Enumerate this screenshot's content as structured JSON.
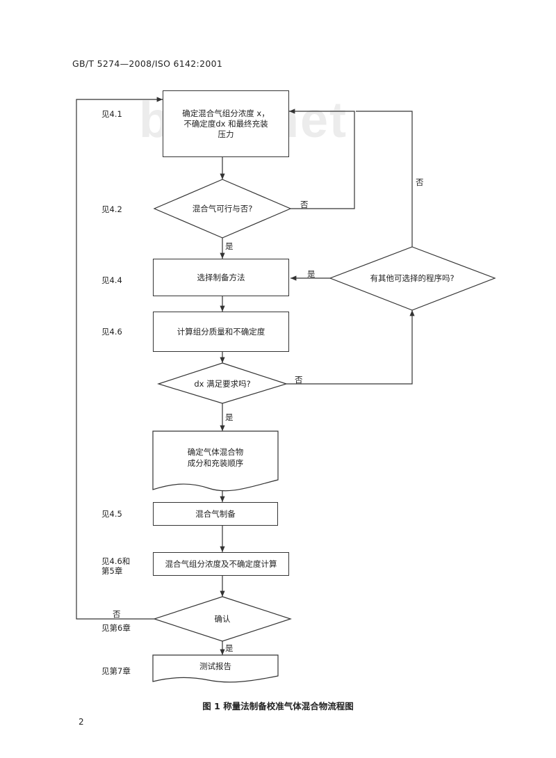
{
  "header": {
    "standard": "GB/T 5274—2008/ISO 6142:2001"
  },
  "watermark": "bzxz.net",
  "refs": {
    "r41": "见4.1",
    "r42": "见4.2",
    "r44": "见4.4",
    "r46": "见4.6",
    "r45": "见4.5",
    "r46c5_line1": "见4.6和",
    "r46c5_line2": "第5章",
    "r6": "见第6章",
    "r7": "见第7章"
  },
  "nodes": {
    "determine": {
      "line1": "确定混合气组分浓度 x，",
      "line2": "不确定度dx 和最终充装",
      "line3": "压力"
    },
    "feasible": "混合气可行与否?",
    "method": "选择制备方法",
    "calculate": "计算组分质量和不确定度",
    "dx_check": "dx 满足要求吗?",
    "composition": {
      "line1": "确定气体混合物",
      "line2": "成分和充装顺序"
    },
    "prepare": "混合气制备",
    "conc_calc": "混合气组分浓度及不确定度计算",
    "confirm": "确认",
    "report": "测试报告",
    "other_proc": "有其他可选择的程序吗?"
  },
  "edges": {
    "feasible_no": "否",
    "feasible_yes": "是",
    "other_yes": "是",
    "other_no": "否",
    "dx_no": "否",
    "dx_yes": "是",
    "confirm_no": "否",
    "confirm_yes": "是"
  },
  "caption": "图 1   称量法制备校准气体混合物流程图",
  "page_number": "2"
}
